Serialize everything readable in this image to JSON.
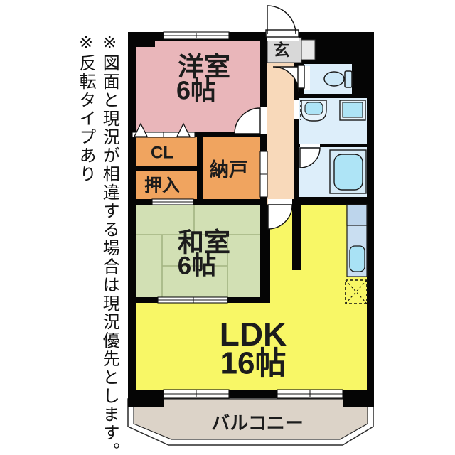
{
  "floorplan": {
    "notes": {
      "disclaimer": "※図面と現況が相違する場合は現況優先とします。",
      "reversed_type": "※反転タイプあり"
    },
    "rooms": {
      "western_room": {
        "label": "洋室",
        "size": "6帖"
      },
      "entrance": {
        "label": "玄"
      },
      "closet": {
        "label": "CL"
      },
      "futon_closet": {
        "label": "押入"
      },
      "storage_room": {
        "label": "納戸"
      },
      "japanese_room": {
        "label": "和室",
        "size": "6帖"
      },
      "ldk": {
        "label": "LDK",
        "size": "16帖"
      },
      "balcony": {
        "label": "バルコニー"
      }
    },
    "fixtures": [
      "toilet-icon",
      "vanity-sink-icon",
      "washing-machine-icon",
      "bathtub-icon",
      "kitchen-sink-icon",
      "refrigerator-space-icon"
    ],
    "colors": {
      "wall": "#050505",
      "western_room": "#e9b6ba",
      "hallway": "#f8d9ba",
      "entrance_floor": "#d8d8d8",
      "wet_room": "#ddeefa",
      "fixture": "#aee4f6",
      "storage": "#f0a45f",
      "ldk": "#f8f766",
      "japanese_room": "#d2e0b4",
      "kitchen_counter": "#c9def1",
      "balcony": "#dcd3c8"
    }
  }
}
